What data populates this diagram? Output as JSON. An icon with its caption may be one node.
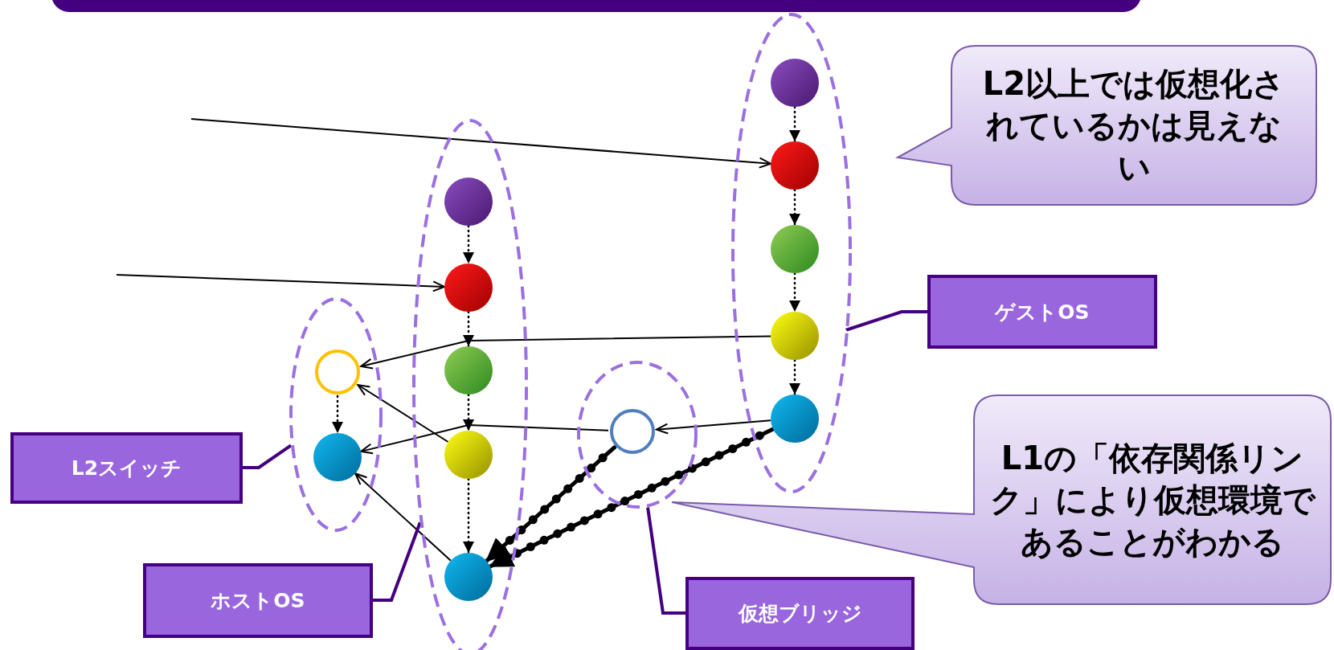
{
  "diagram": {
    "nodes": [
      {
        "text": [],
        "shape": "ellipse"
      },
      {
        "text": [],
        "shape": "circle",
        "in": 0
      },
      {
        "text": [],
        "shape": "circle",
        "in": 0
      },
      {
        "text": [],
        "shape": "circle",
        "in": 0
      },
      {
        "text": [],
        "shape": "circle",
        "in": 0
      },
      {
        "text": [],
        "shape": "circle",
        "in": 0
      },
      {
        "text": [
          "L2以上では仮想化されているかは見えない"
        ]
      },
      {
        "text": [],
        "shape": "ellipse"
      },
      {
        "text": [],
        "shape": "circle",
        "in": 7
      },
      {
        "text": [],
        "shape": "circle",
        "in": 7
      },
      {
        "text": [],
        "shape": "circle",
        "in": 7
      },
      {
        "text": [],
        "shape": "circle",
        "in": 7
      },
      {
        "text": [],
        "shape": "circle",
        "in": 7
      },
      {
        "text": [
          "ゲストOS"
        ]
      },
      {
        "text": [],
        "shape": "ellipse"
      },
      {
        "text": [],
        "shape": "circle",
        "in": 14
      },
      {
        "text": [],
        "shape": "circle",
        "in": 14
      },
      {
        "text": [],
        "shape": "ellipse"
      },
      {
        "text": [],
        "shape": "circle",
        "in": 17
      },
      {
        "text": [
          "L2**スイッチ**"
        ]
      },
      {
        "text": [
          "L1の「依存関係リンク」により仮想環境であることがわかる"
        ]
      },
      {
        "text": [
          "ホストOS"
        ]
      },
      {
        "text": [
          "仮想ブリッジ"
        ]
      }
    ],
    "edges": [
      {
        "from": null,
        "to": 2,
        "arrow": "to"
      },
      {
        "from": null,
        "to": 9,
        "arrow": "to"
      },
      {
        "from": 1,
        "to": 2,
        "arrow": "to",
        "style": "dashed"
      },
      {
        "from": 2,
        "to": 3,
        "arrow": "to",
        "style": "dashed"
      },
      {
        "from": 3,
        "to": 4,
        "arrow": "to",
        "style": "dashed"
      },
      {
        "from": 4,
        "to": 5,
        "arrow": "to",
        "style": "dashed"
      },
      {
        "from": 8,
        "to": 9,
        "arrow": "to",
        "style": "dashed"
      },
      {
        "from": 9,
        "to": 10,
        "arrow": "to",
        "style": "dashed"
      },
      {
        "from": 10,
        "to": 11,
        "arrow": "to",
        "style": "dashed"
      },
      {
        "from": 11,
        "to": 12,
        "arrow": "to",
        "style": "dashed"
      },
      {
        "from": 15,
        "to": 16,
        "arrow": "to",
        "style": "dashed"
      },
      {
        "from": 4,
        "to": 15,
        "arrow": "to"
      },
      {
        "from": 11,
        "to": 15,
        "arrow": "to"
      },
      {
        "from": 18,
        "to": 16,
        "arrow": "to"
      },
      {
        "from": 12,
        "to": 16,
        "arrow": "to"
      },
      {
        "from": 5,
        "to": 18,
        "arrow": "to"
      },
      {
        "from": 18,
        "to": 12,
        "arrow": "to",
        "style": "thick"
      },
      {
        "from": 5,
        "to": 12,
        "arrow": "to",
        "style": "thick"
      },
      {
        "from": 13,
        "to": 0,
        "arrow": "none",
        "color": "#440080"
      },
      {
        "from": 19,
        "to": 14,
        "arrow": "none",
        "color": "#440080"
      },
      {
        "from": 21,
        "to": 7,
        "arrow": "none",
        "color": "#440080"
      },
      {
        "from": 22,
        "to": 17,
        "arrow": "none",
        "color": "#440080"
      }
    ]
  }
}
